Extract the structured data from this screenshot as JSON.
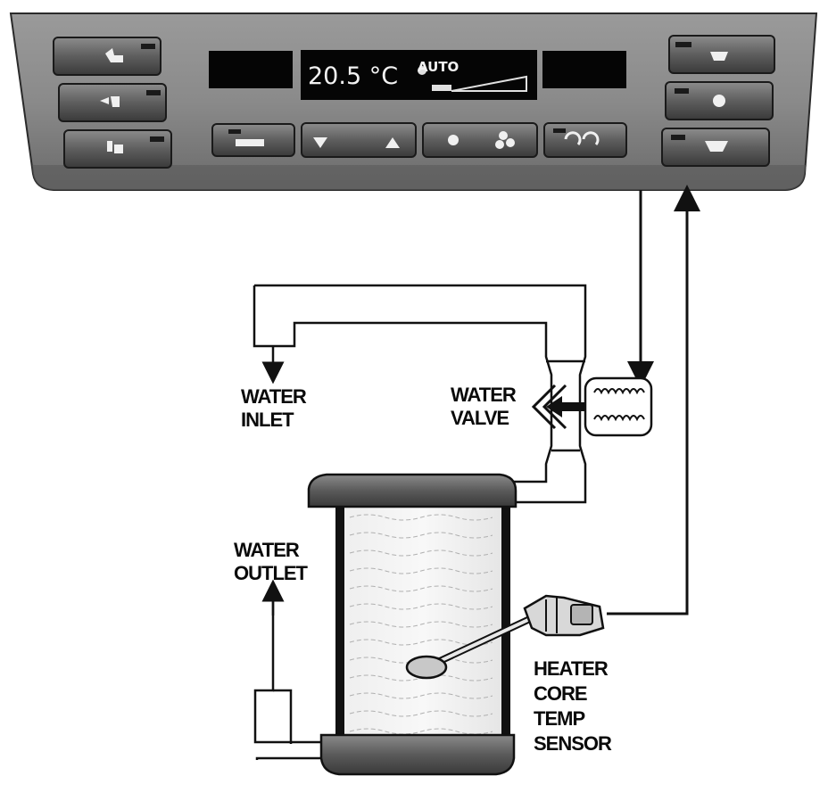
{
  "panel": {
    "display": {
      "temperature": "20.5 °C",
      "mode": "AUTO"
    },
    "colors": {
      "panel_face": "#8a8a8a",
      "panel_dark": "#3c3c3c",
      "display_bg": "#050505",
      "button_face": "#6e6e6e",
      "indicator": "#1a1a1a"
    },
    "icons": {
      "left_buttons": [
        "seat-vent-upper-icon",
        "seat-vent-middle-icon",
        "seat-vent-footwell-icon"
      ],
      "right_buttons": [
        "rear-defrost-icon",
        "recirculation-icon",
        "windshield-defrost-icon"
      ],
      "center_buttons": [
        "auto-icon",
        "temp-down-icon",
        "temp-up-icon",
        "fan-low-icon",
        "fan-high-icon",
        "air-recirc-icon"
      ]
    }
  },
  "labels": {
    "water_inlet": [
      "WATER",
      "INLET"
    ],
    "water_valve": [
      "WATER",
      "VALVE"
    ],
    "water_outlet": [
      "WATER",
      "OUTLET"
    ],
    "heater_sensor": [
      "HEATER",
      "CORE",
      "TEMP",
      "SENSOR"
    ]
  }
}
